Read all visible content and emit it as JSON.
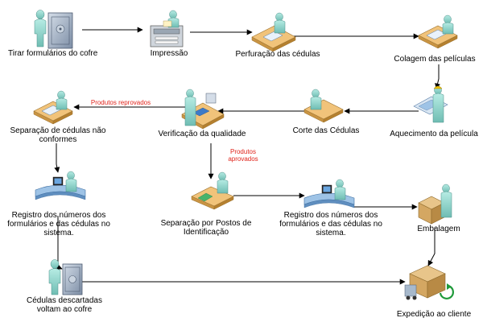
{
  "steps": {
    "tirar": "Tirar formulários do cofre",
    "impressao": "Impressão",
    "perfuracao": "Perfuração das cédulas",
    "colagem": "Colagem das películas",
    "aquecimento": "Aquecimento da película",
    "corte": "Corte das Cédulas",
    "verificacao": "Verificação da qualidade",
    "separacao_nc": "Separação de cédulas não conformes",
    "registro1": "Registro dos números dos formulários e das cédulas no sistema.",
    "separacao_postos": "Separação por Postos de Identificação",
    "registro2": "Registro dos números dos formulários e das cédulas no sistema.",
    "embalagem": "Embalagem",
    "descartadas": "Cédulas descartadas voltam ao cofre",
    "expedicao": "Expedição ao cliente"
  },
  "annotations": {
    "reprovados": "Produtos  reprovados",
    "aprovados": "Produtos aprovados"
  },
  "colors": {
    "arrow": "#000000",
    "red_text": "#e0241b",
    "person": "#8fd3c8",
    "desk": "#e6b76a",
    "safe": "#8aa0b8"
  }
}
